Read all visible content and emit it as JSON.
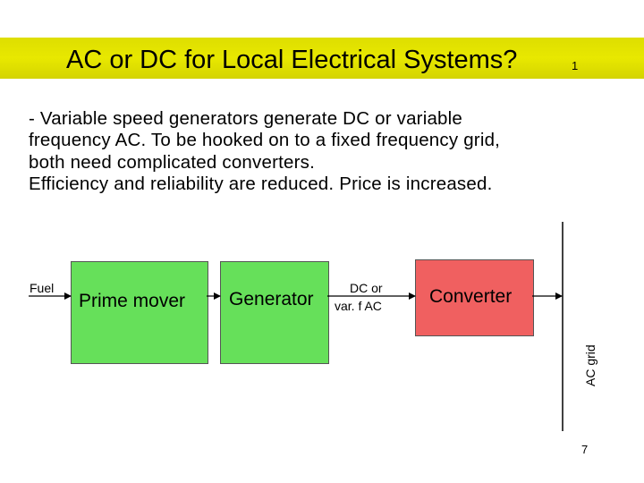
{
  "slide": {
    "title": "AC or DC for Local Electrical Systems?",
    "title_number": "1",
    "body_lines": [
      "- Variable speed generators generate DC or variable",
      "frequency AC. To be hooked on to a fixed frequency grid,",
      "both need complicated converters.",
      "Efficiency and reliability are reduced. Price is increased."
    ],
    "page_number": "7"
  },
  "diagram": {
    "fuel_label": "Fuel",
    "prime_mover_label": "Prime mover",
    "generator_label": "Generator",
    "output_label_line1": "DC or",
    "output_label_line2": "var. f AC",
    "converter_label": "Converter",
    "grid_label": "AC grid"
  },
  "colors": {
    "title_bar": "#e0e000",
    "prime_mover_fill": "#66e05a",
    "generator_fill": "#66e05a",
    "converter_fill": "#f06060"
  }
}
